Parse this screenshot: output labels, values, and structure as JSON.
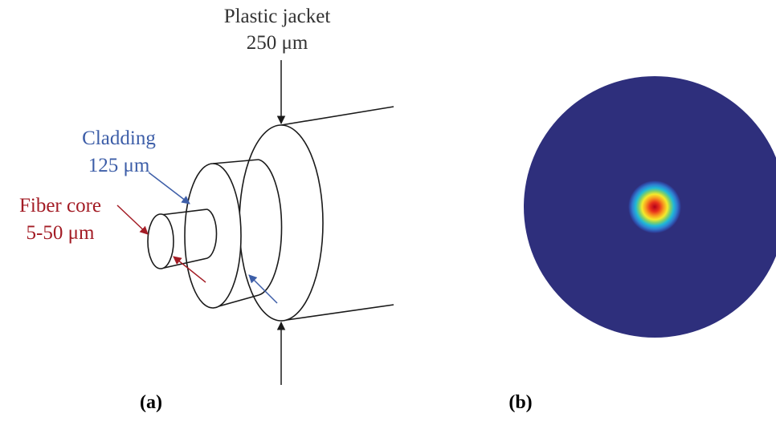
{
  "colors": {
    "jacket": "#333333",
    "cladding": "#3d5ea8",
    "core": "#a31c25",
    "disk": "#2e2f7c",
    "outline": "#1a1a1a"
  },
  "diagram_a": {
    "jacket_label": "Plastic jacket",
    "jacket_size": "250 μm",
    "cladding_label": "Cladding",
    "cladding_size": "125 μm",
    "core_label": "Fiber core",
    "core_size": "5-50 μm",
    "panel_label": "(a)"
  },
  "diagram_b": {
    "panel_label": "(b)",
    "mode_profile": "gaussian-intensity-spot"
  }
}
